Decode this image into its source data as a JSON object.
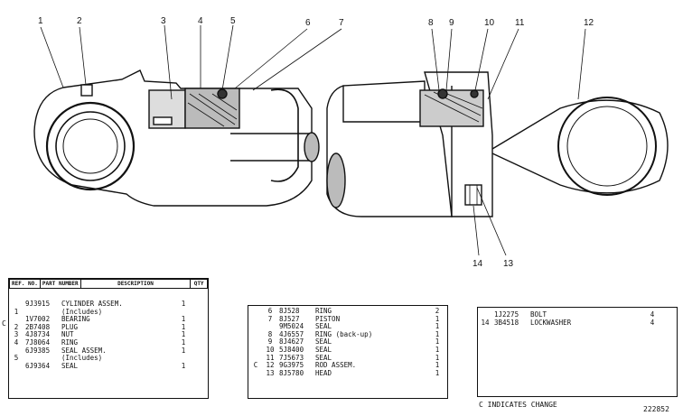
{
  "callouts": [
    "1",
    "2",
    "3",
    "4",
    "5",
    "6",
    "7",
    "8",
    "9",
    "10",
    "11",
    "12",
    "13",
    "14"
  ],
  "table1": {
    "headers": [
      "REF. NO.",
      "PART NUMBER",
      "DESCRIPTION",
      "QTY"
    ],
    "rows": [
      {
        "c": "",
        "ref": "",
        "pn": "9J3915",
        "desc": "CYLINDER ASSEM.",
        "qty": "1"
      },
      {
        "c": "",
        "ref": "1",
        "pn": "",
        "desc": "(Includes)",
        "qty": ""
      },
      {
        "c": "C",
        "ref": "",
        "pn": "1V7002",
        "desc": "BEARING",
        "qty": "1"
      },
      {
        "c": "",
        "ref": "2",
        "pn": "2B7408",
        "desc": "PLUG",
        "qty": "1"
      },
      {
        "c": "",
        "ref": "3",
        "pn": "4J8734",
        "desc": "NUT",
        "qty": "1"
      },
      {
        "c": "",
        "ref": "4",
        "pn": "7J8064",
        "desc": "RING",
        "qty": "1"
      },
      {
        "c": "",
        "ref": "",
        "pn": "6J9385",
        "desc": "SEAL ASSEM.",
        "qty": "1"
      },
      {
        "c": "",
        "ref": "5",
        "pn": "",
        "desc": "(Includes)",
        "qty": ""
      },
      {
        "c": "",
        "ref": "",
        "pn": "6J9364",
        "desc": "SEAL",
        "qty": "1"
      }
    ]
  },
  "table2": {
    "rows": [
      {
        "c": "",
        "ref": "6",
        "pn": "8J528",
        "desc": "RING",
        "qty": "2"
      },
      {
        "c": "",
        "ref": "7",
        "pn": "8J527",
        "desc": "PISTON",
        "qty": "1"
      },
      {
        "c": "",
        "ref": "",
        "pn": "9M5024",
        "desc": "SEAL",
        "qty": "1"
      },
      {
        "c": "",
        "ref": "8",
        "pn": "4J6557",
        "desc": "RING (back-up)",
        "qty": "1"
      },
      {
        "c": "",
        "ref": "9",
        "pn": "8J4627",
        "desc": "SEAL",
        "qty": "1"
      },
      {
        "c": "",
        "ref": "10",
        "pn": "5J8400",
        "desc": "SEAL",
        "qty": "1"
      },
      {
        "c": "",
        "ref": "11",
        "pn": "7J5673",
        "desc": "SEAL",
        "qty": "1"
      },
      {
        "c": "C",
        "ref": "12",
        "pn": "9G3975",
        "desc": "ROD ASSEM.",
        "qty": "1"
      },
      {
        "c": "",
        "ref": "13",
        "pn": "8J5780",
        "desc": "HEAD",
        "qty": "1"
      }
    ]
  },
  "table3": {
    "rows": [
      {
        "ref": "",
        "pn": "1J2275",
        "desc": "BOLT",
        "qty": "4"
      },
      {
        "ref": "14",
        "pn": "3B4518",
        "desc": "LOCKWASHER",
        "qty": "4"
      }
    ]
  },
  "footer": {
    "change_note": "C INDICATES CHANGE",
    "drawing_number": "222852"
  }
}
